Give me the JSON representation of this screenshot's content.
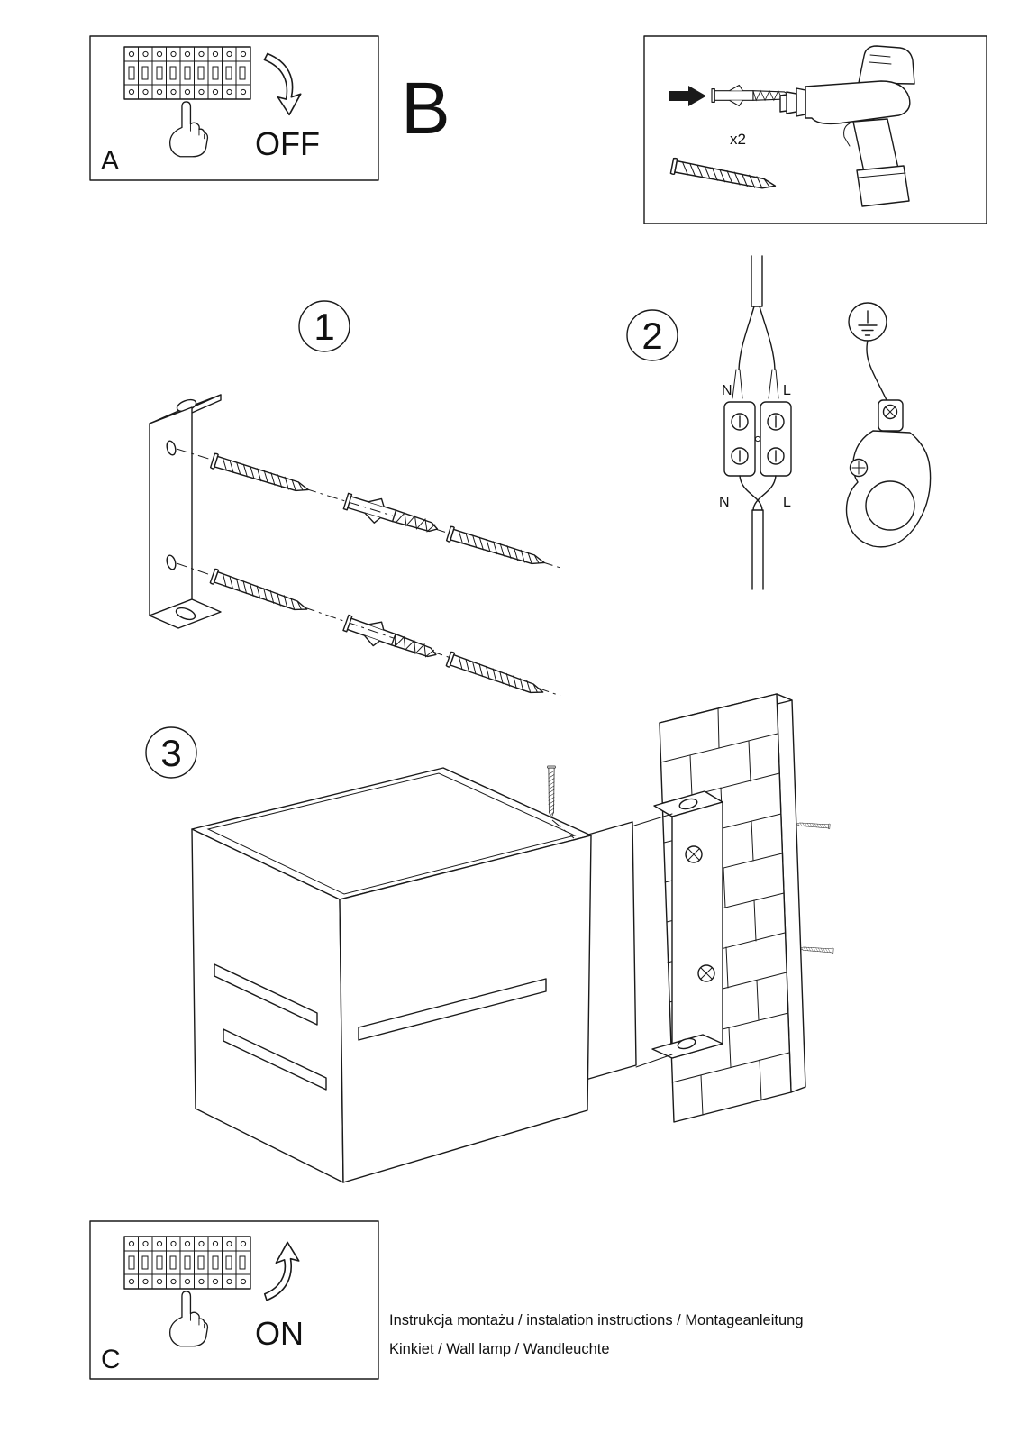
{
  "page": {
    "bg": "#ffffff",
    "ink": "#1a1a1a"
  },
  "panels": {
    "a": {
      "label": "A",
      "action": "OFF"
    },
    "b": {
      "label": "B",
      "quantity": "x2"
    },
    "c": {
      "label": "C",
      "action": "ON"
    }
  },
  "steps": {
    "s1": "1",
    "s2": "2",
    "s3": "3"
  },
  "wiring": {
    "top_left": "N",
    "top_right": "L",
    "bottom_left": "N",
    "bottom_right": "L"
  },
  "footer": {
    "line1": "Instrukcja montażu / instalation instructions / Montageanleitung",
    "line2": "Kinkiet / Wall lamp / Wandleuchte"
  }
}
